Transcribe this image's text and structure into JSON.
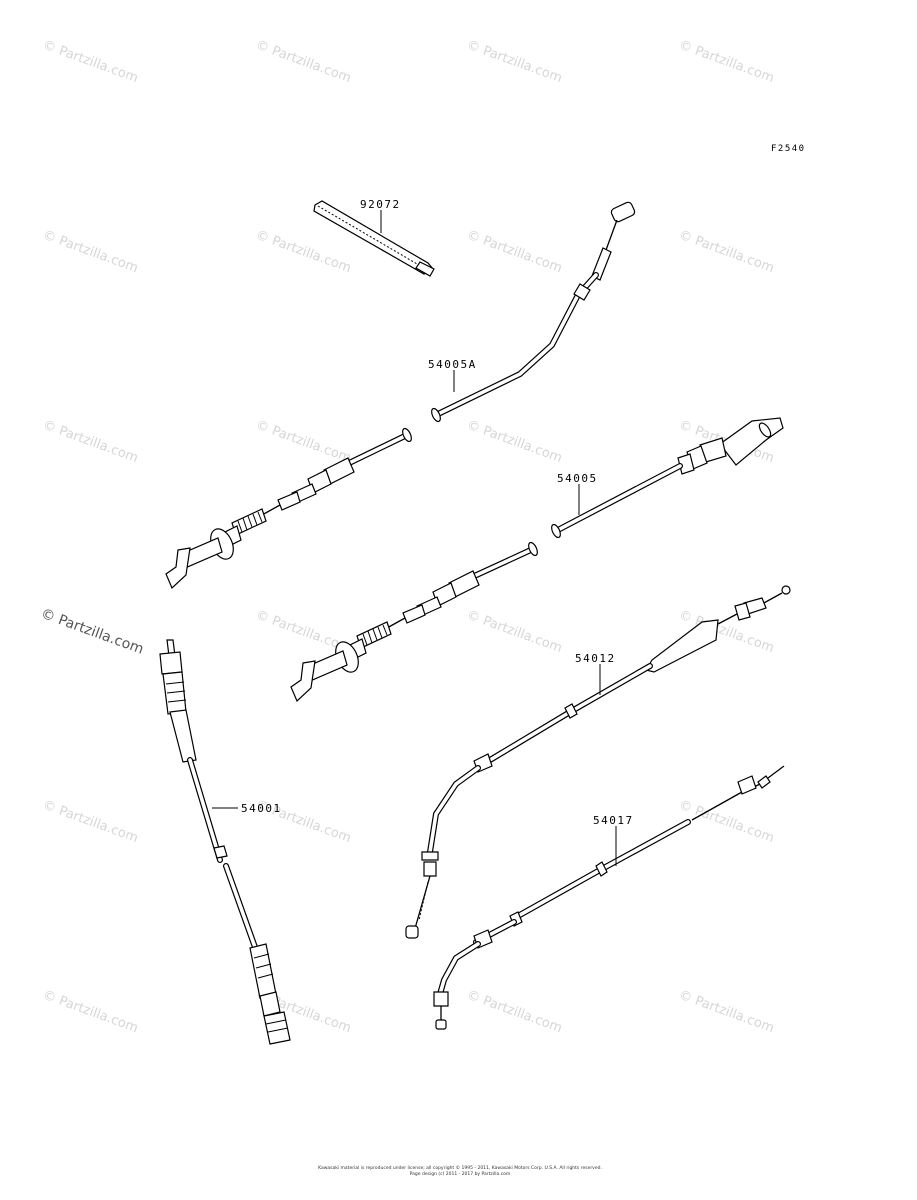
{
  "diagram": {
    "figure_code": "F2540",
    "parts": [
      {
        "number": "92072"
      },
      {
        "number": "54005A"
      },
      {
        "number": "54005"
      },
      {
        "number": "54012"
      },
      {
        "number": "54001"
      },
      {
        "number": "54017"
      }
    ]
  },
  "watermark": {
    "text": "© Partzilla.com"
  },
  "footer": {
    "copyright_line1": "Kawasaki material is reproduced under license; all copyright © 1995 - 2011, Kawasaki Motors Corp. U.S.A. All rights reserved.",
    "copyright_line2": "Page design (c) 2011 - 2017 by Partzilla.com"
  },
  "colors": {
    "line": "#000000",
    "background": "#ffffff",
    "watermark": "#d6d6d6"
  }
}
